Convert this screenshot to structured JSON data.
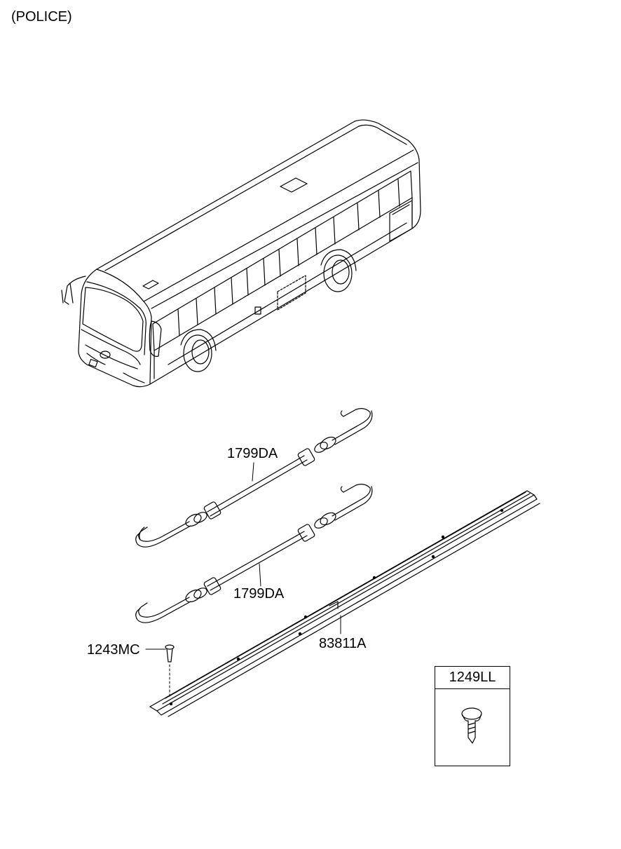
{
  "header": {
    "variant": "(POLICE)"
  },
  "parts": {
    "strap_upper": "1799DA",
    "strap_lower": "1799DA",
    "rail": "83811A",
    "bolt": "1243MC",
    "screw_box": "1249LL"
  },
  "colors": {
    "line": "#000000",
    "background": "#ffffff"
  }
}
